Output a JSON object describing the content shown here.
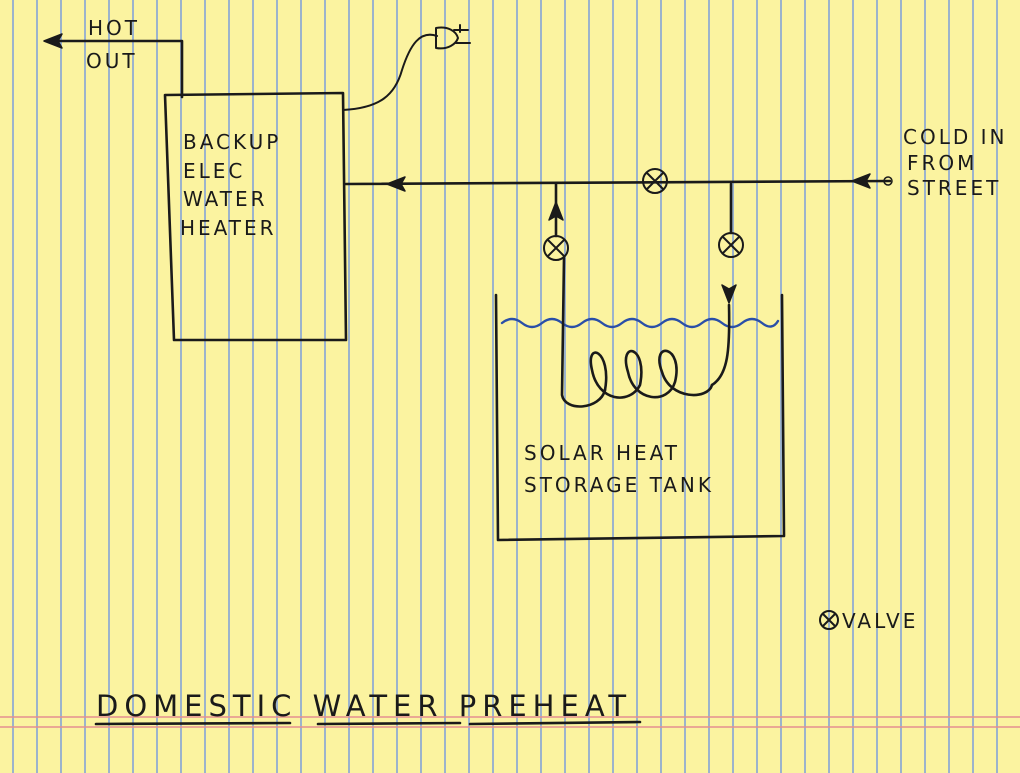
{
  "diagram": {
    "title": "DOMESTIC WATER PREHEAT",
    "labels": {
      "hot_out_line1": "HOT",
      "hot_out_line2": "OUT",
      "heater_line1": "BACKUP",
      "heater_line2": "ELEC",
      "heater_line3": "WATER",
      "heater_line4": "HEATER",
      "cold_in_line1": "COLD IN",
      "cold_in_line2": "FROM",
      "cold_in_line3": "STREET",
      "tank_line1": "SOLAR HEAT",
      "tank_line2": "STORAGE TANK",
      "legend_valve": "VALVE"
    },
    "colors": {
      "paper": "#fbf3a0",
      "ink": "#1a1a1a",
      "water": "#2a4fa8",
      "rule": "#8ca8d4",
      "margin_rule": "#e58f8f"
    },
    "icons": [
      "plug-icon",
      "valve-icon",
      "arrow-icon",
      "coil-icon"
    ]
  }
}
